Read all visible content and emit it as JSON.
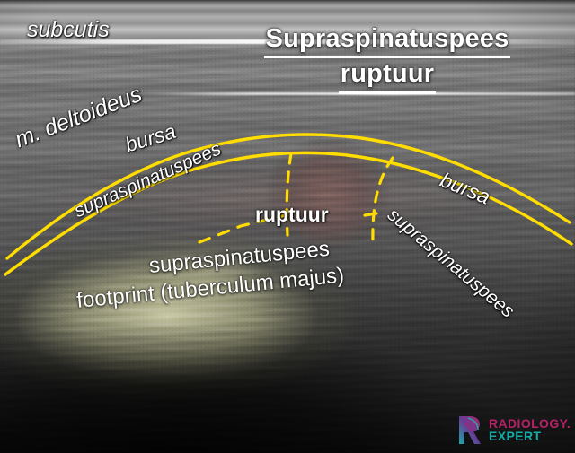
{
  "title": {
    "line1": "Supraspinatuspees",
    "line2": "ruptuur"
  },
  "labels": {
    "subcutis": "subcutis",
    "deltoideus": "m. deltoideus",
    "bursa_left": "bursa",
    "bursa_right": "bursa",
    "supraspinatuspees_left": "supraspinatuspees",
    "supraspinatuspees_right": "supraspinatuspees",
    "ruptuur": "ruptuur",
    "footprint_line1": "supraspinatuspees",
    "footprint_line2": "footprint (tuberculum majus)"
  },
  "annotation_colors": {
    "marker_yellow": "#ffdd00",
    "label_text": "#ffffff",
    "title_text": "#ffffff"
  },
  "watermark": {
    "word1": "RADIOLOGY.",
    "word2": "EXPERT",
    "icon": "radiology-expert-r-mark",
    "color1": "#c0246e",
    "color2": "#14b9b0"
  },
  "image_info": {
    "modality": "ultrasound",
    "region": "shoulder",
    "finding": "supraspinatus tendon rupture"
  }
}
